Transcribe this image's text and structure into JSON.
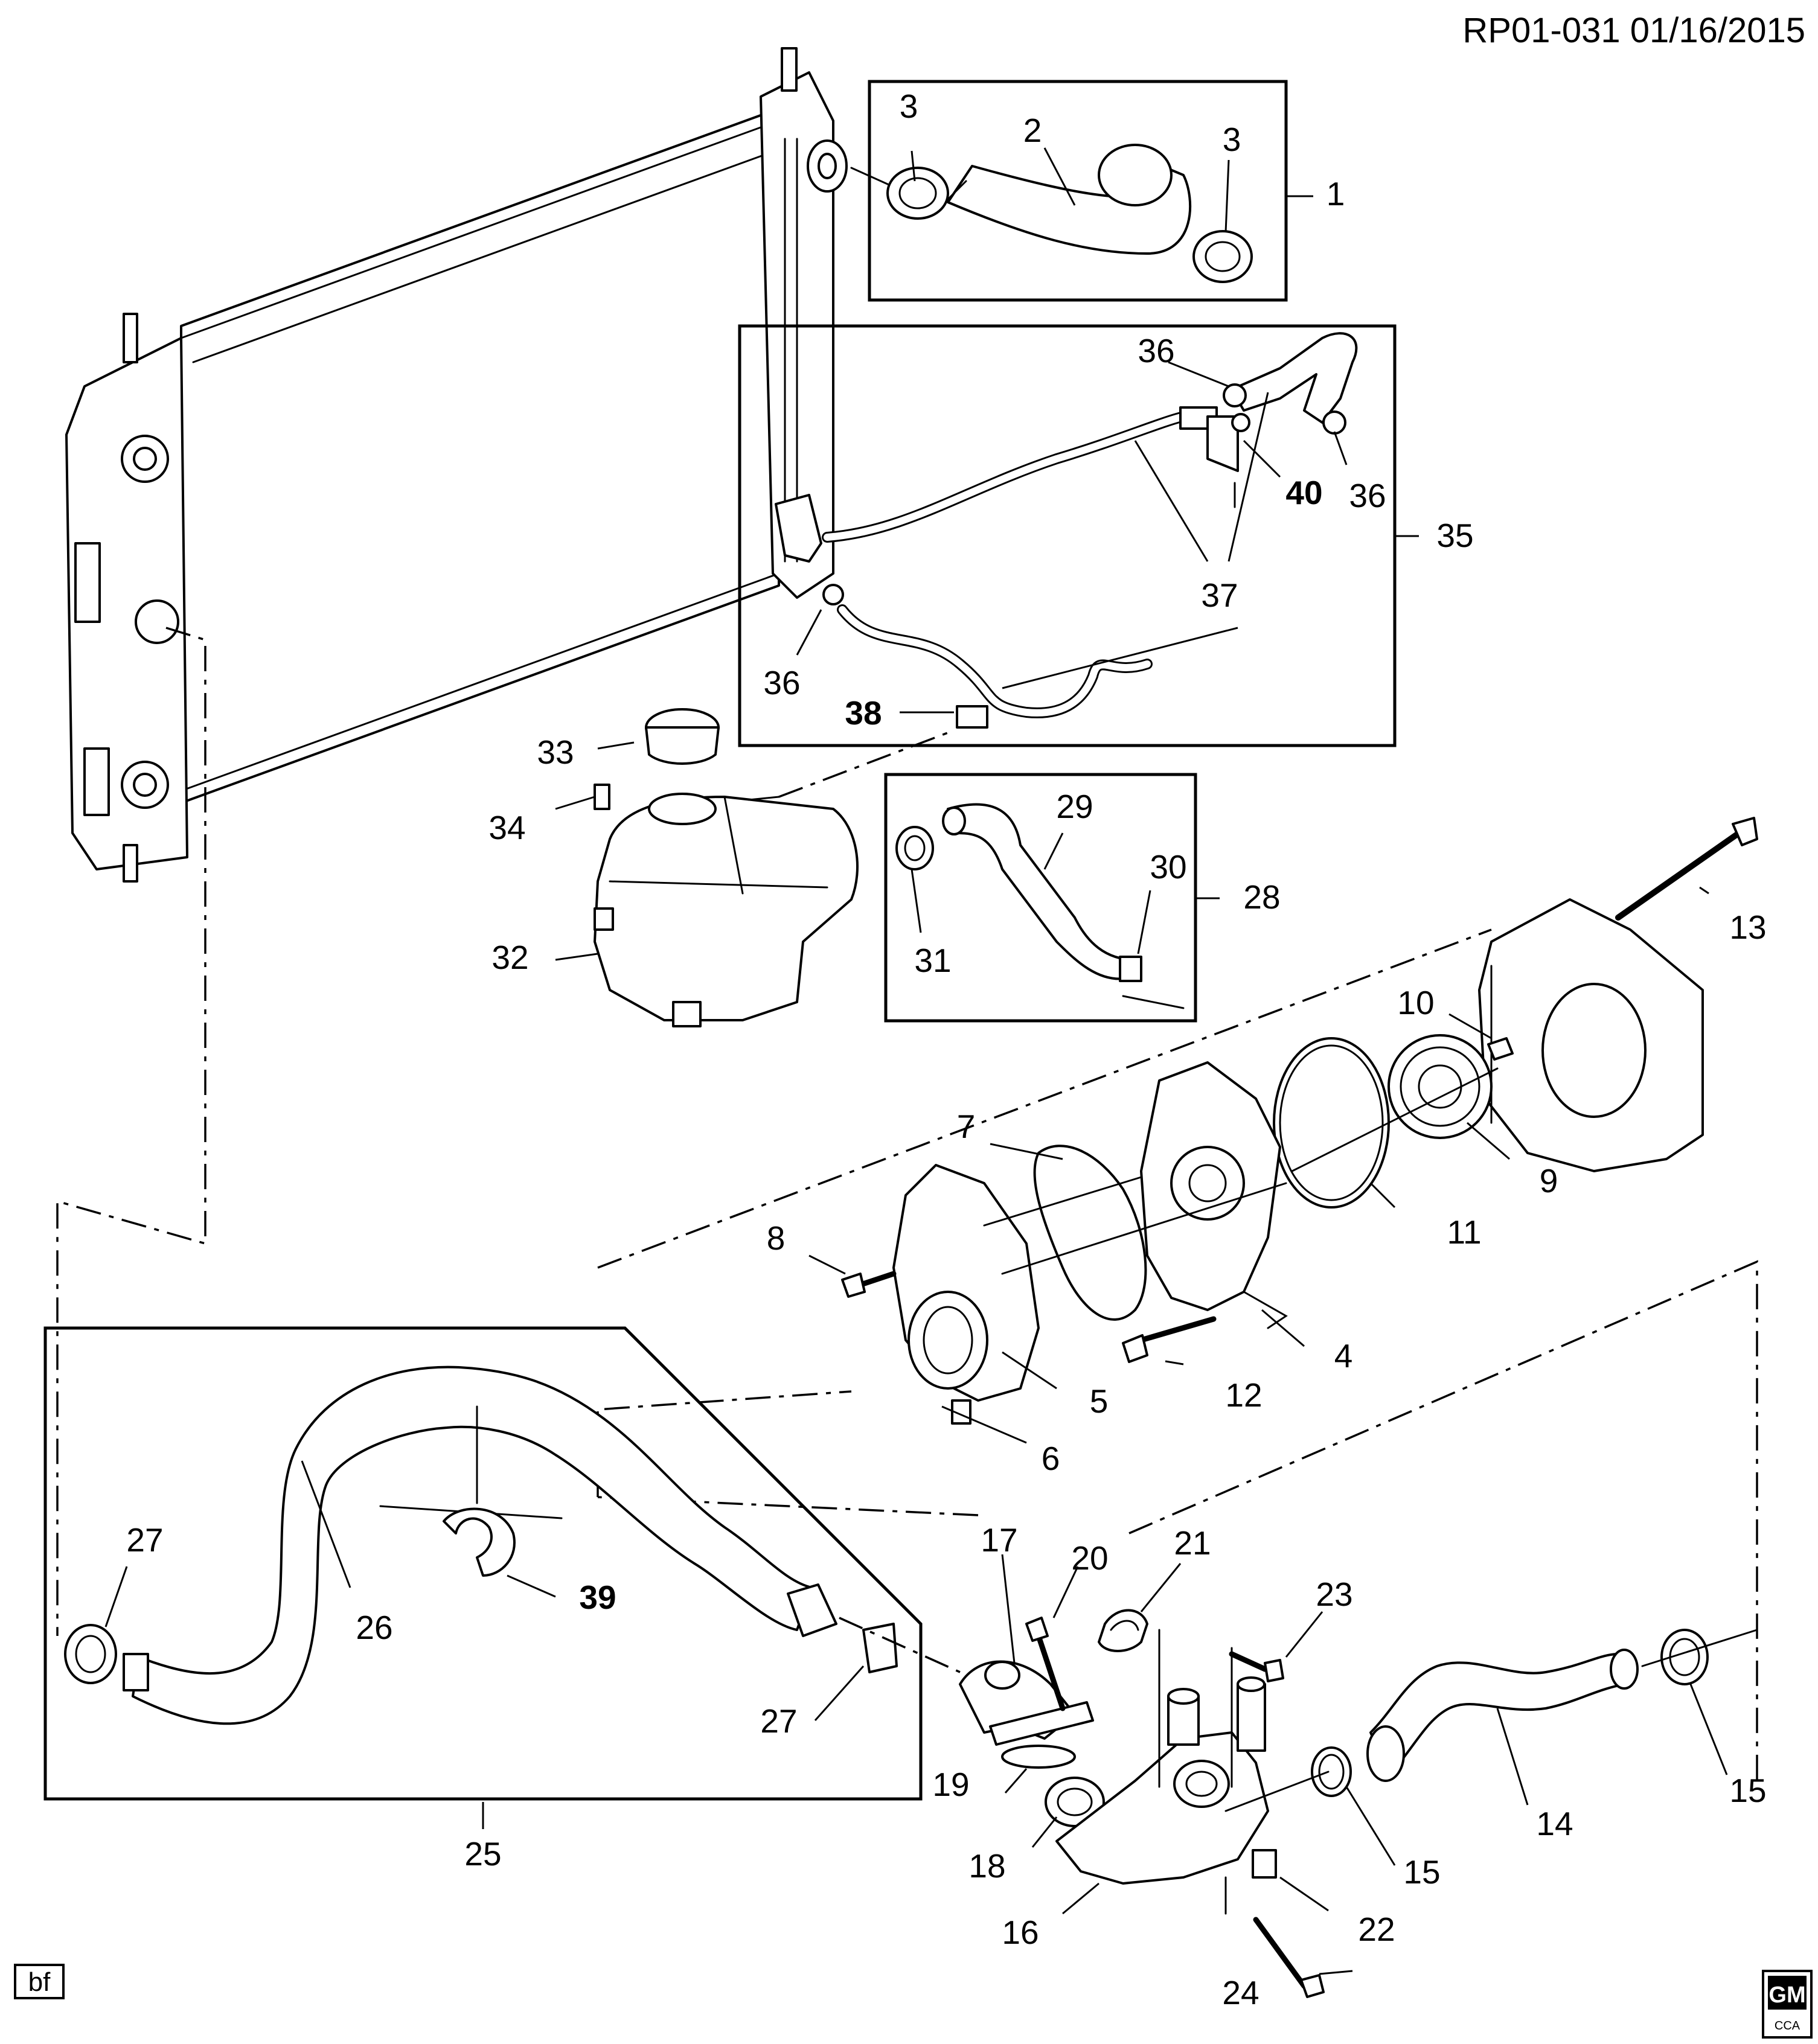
{
  "header": {
    "code": "RP01-031  01/16/2015"
  },
  "corner_tag": "bf",
  "logo": {
    "text_top": "GM",
    "text_bottom": "CCA"
  },
  "callouts": {
    "p1": "1",
    "p2": "2",
    "p3a": "3",
    "p3b": "3",
    "p4": "4",
    "p5": "5",
    "p6": "6",
    "p7": "7",
    "p8": "8",
    "p9": "9",
    "p10": "10",
    "p11": "11",
    "p12": "12",
    "p13": "13",
    "p14": "14",
    "p15a": "15",
    "p15b": "15",
    "p16": "16",
    "p17": "17",
    "p18": "18",
    "p19": "19",
    "p20": "20",
    "p21": "21",
    "p22": "22",
    "p23": "23",
    "p24": "24",
    "p25": "25",
    "p26": "26",
    "p27a": "27",
    "p27b": "27",
    "p28": "28",
    "p29": "29",
    "p30": "30",
    "p31": "31",
    "p32": "32",
    "p33": "33",
    "p34": "34",
    "p35": "35",
    "p36a": "36",
    "p36b": "36",
    "p36c": "36",
    "p37a": "37",
    "p37b": "37",
    "p38": "38",
    "p39": "39",
    "p40": "40"
  }
}
